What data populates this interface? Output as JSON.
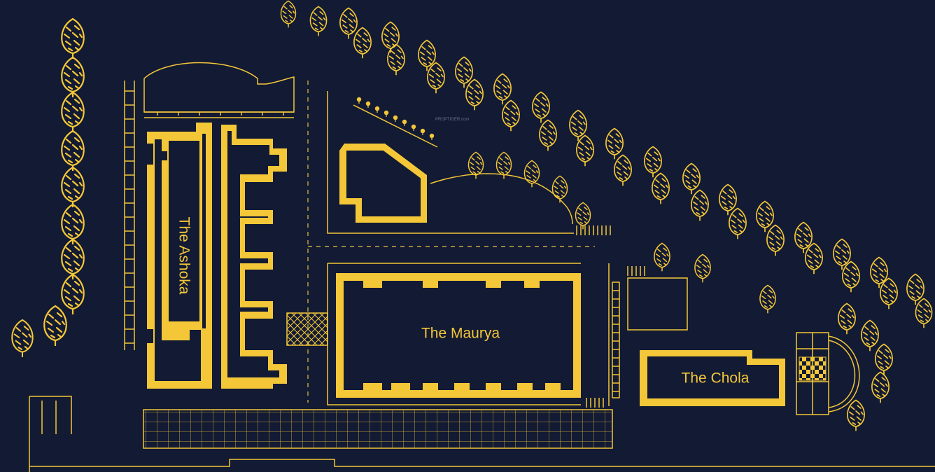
{
  "colors": {
    "background": "#131a33",
    "accent": "#f3c738"
  },
  "buildings": {
    "ashoka": "The Ashoka",
    "maurya": "The Maurya",
    "chola": "The Chola"
  },
  "watermark": "PROPTIGER.com",
  "icons": {
    "tree": "tree-icon"
  }
}
